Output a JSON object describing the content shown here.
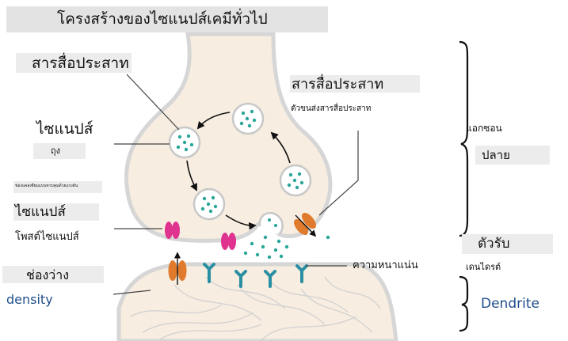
{
  "title": "โครงสร้างของไซแนปส์เคมีทั่วไป",
  "labels": {
    "neurotransmitter_left": "สารสื่อประสาท",
    "neurotransmitter_right": "สารสื่อประสาท",
    "transporter": "ตัวขนส่งสารสื่อประสาท",
    "synaptic": "ไซแนปส์",
    "vesicle": "ถุง",
    "tiny_caption": "ช่องแคลเซียมแบบควบคุมด้วยแรงดัน",
    "synaptic2": "ไซแนปส์",
    "postsynaptic": "โพสต์ไซแนปส์",
    "cleft": "ช่องว่าง",
    "density": "density",
    "psd": "ความหนาแน่น",
    "axon": "แอกซอน",
    "terminal": "ปลาย",
    "receptor": "ตัวรับ",
    "dendrite_th": "เดนไดรต์",
    "dendrite_en": "Dendrite"
  },
  "colors": {
    "cell_fill": "#f7ede0",
    "cell_outline": "#d6d6d6",
    "vesicle_dot": "#2aa698",
    "channel_pink": "#e0338f",
    "transporter_orange": "#e07a2c",
    "receptor_teal": "#2b8fa3",
    "label_blue": "#1f4e8c"
  }
}
